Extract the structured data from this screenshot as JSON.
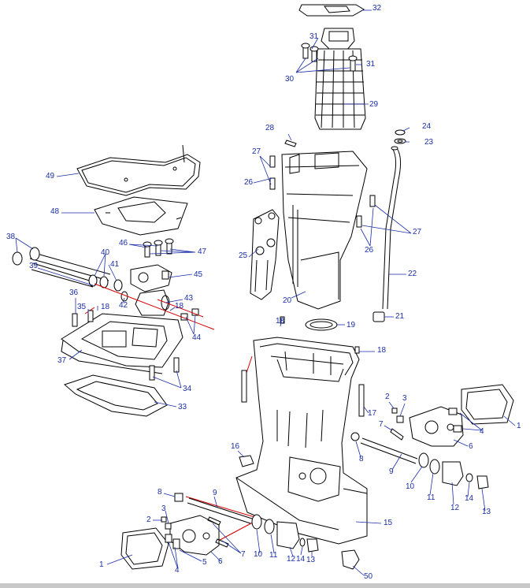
{
  "diagram": {
    "ink_color": "#000000",
    "callout_color": "#1a2ea8",
    "axis_line_color": "#d40000",
    "callouts": {
      "c32": "32",
      "c31a": "31",
      "c31b": "31",
      "c30": "30",
      "c29": "29",
      "c28": "28",
      "c24": "24",
      "c23": "23",
      "c27a": "27",
      "c26a": "26",
      "c27b": "27",
      "c26b": "26",
      "c49": "49",
      "c48": "48",
      "c46": "46",
      "c47": "47",
      "c38": "38",
      "c40": "40",
      "c41": "41",
      "c39": "39",
      "c45": "45",
      "c25": "25",
      "c22": "22",
      "c36": "36",
      "c43": "43",
      "c35": "35",
      "c18a": "18",
      "c42": "42",
      "c18b": "18",
      "c20": "20",
      "c18c": "18",
      "c19": "19",
      "c21": "21",
      "c44": "44",
      "c37": "37",
      "c18d": "18",
      "c34": "34",
      "c33": "33",
      "c17": "17",
      "c2a": "2",
      "c3a": "3",
      "c1a": "1",
      "c7a": "7",
      "c4a": "4",
      "c6a": "6",
      "c8a": "8",
      "c16": "16",
      "c9a": "9",
      "c10a": "10",
      "c11a": "11",
      "c14a": "14",
      "c12a": "12",
      "c13a": "13",
      "c8b": "8",
      "c9b": "9",
      "c3b": "3",
      "c2b": "2",
      "c15": "15",
      "c1b": "1",
      "c4b": "4",
      "c5": "5",
      "c6b": "6",
      "c7b": "7",
      "c10b": "10",
      "c11b": "11",
      "c12b": "12",
      "c14b": "14",
      "c13b": "13",
      "c50": "50"
    }
  }
}
